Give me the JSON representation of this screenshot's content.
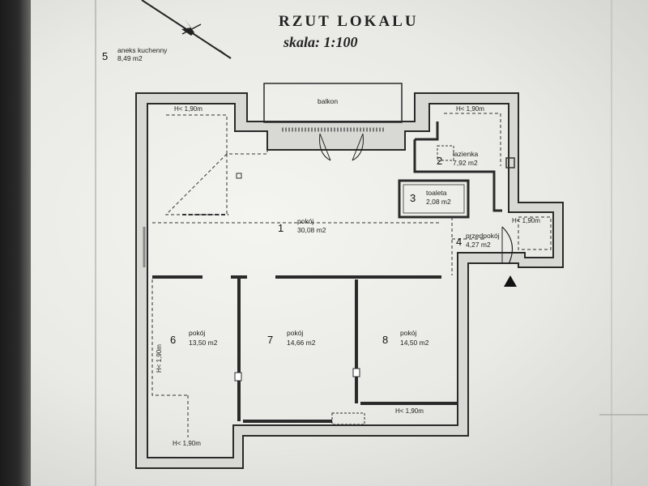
{
  "title": "RZUT LOKALU",
  "subtitle": "skala: 1:100",
  "ceiling_note": "H< 1,90m",
  "balcony_label": "balkon",
  "rooms": [
    {
      "number": "1",
      "name": "pokój",
      "area": "30,08 m2"
    },
    {
      "number": "2",
      "name": "łazienka",
      "area": "7,92 m2"
    },
    {
      "number": "3",
      "name": "toaleta",
      "area": "2,08 m2"
    },
    {
      "number": "4",
      "name": "przedpokój",
      "area": "4,27 m2"
    },
    {
      "number": "5",
      "name": "aneks kuchenny",
      "area": "8,49 m2"
    },
    {
      "number": "6",
      "name": "pokój",
      "area": "13,50 m2"
    },
    {
      "number": "7",
      "name": "pokój",
      "area": "14,66 m2"
    },
    {
      "number": "8",
      "name": "pokój",
      "area": "14,50 m2"
    }
  ],
  "colors": {
    "wall": "#2a2a2a",
    "paper": "#f1f1ee",
    "ink": "#222222"
  }
}
